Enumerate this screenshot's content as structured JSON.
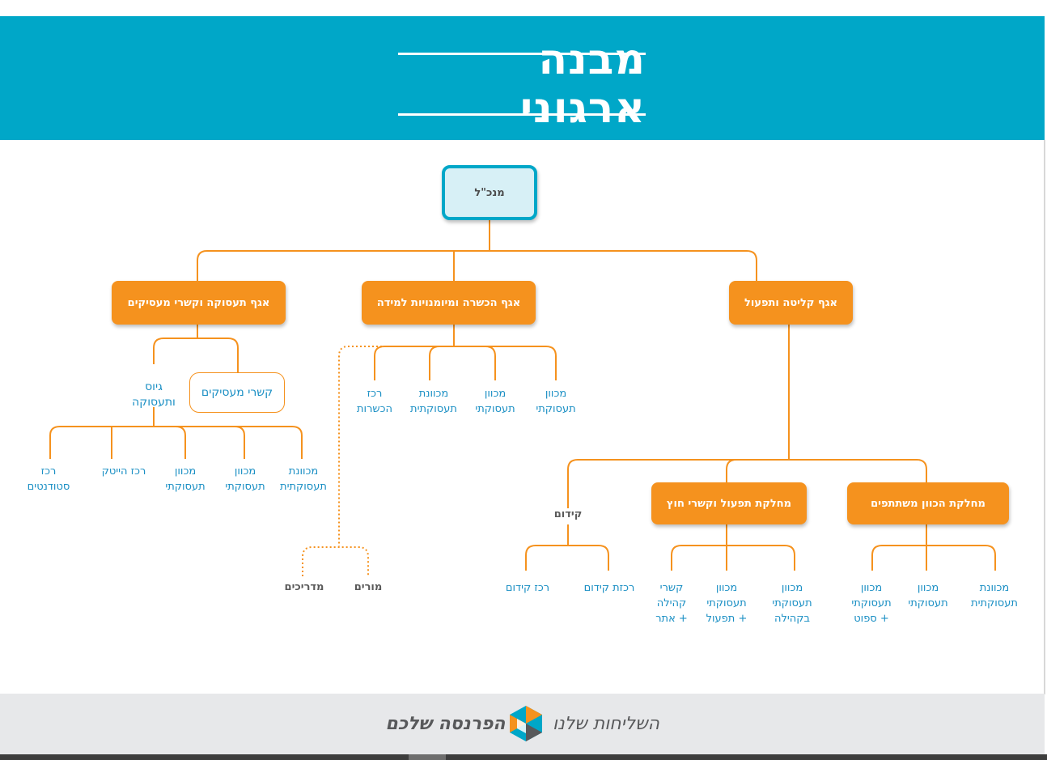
{
  "title": "מבנה ארגוני",
  "ceo": "מנכ\"ל",
  "divisions": {
    "intake": "אגף קליטה ותפעול",
    "training": "אגף הכשרה ומיומנויות למידה",
    "employment": "אגף תעסוקה וקשרי מעסיקים"
  },
  "departments": {
    "mentoring": "מחלקת הכוון משתתפים",
    "operations": "מחלקת תפעול וקשרי חוץ",
    "promotion": "קידום"
  },
  "employment_sub": {
    "employer_relations": "קשרי מעסיקים",
    "recruit_line1": "גיוס",
    "recruit_line2": "ותעסוקה"
  },
  "training_units": [
    {
      "l1": "מכוון",
      "l2": "תעסוקתי"
    },
    {
      "l1": "מכוון",
      "l2": "תעסוקתי"
    },
    {
      "l1": "מכוונת",
      "l2": "תעסוקתית"
    },
    {
      "l1": "רכז",
      "l2": "הכשרות"
    }
  ],
  "trainers": {
    "teachers": "מורים",
    "instructors": "מדריכים"
  },
  "recruit_units": [
    {
      "l1": "מכוונת",
      "l2": "תעסוקתית"
    },
    {
      "l1": "מכוון",
      "l2": "תעסוקתי"
    },
    {
      "l1": "מכוון",
      "l2": "תעסוקתי"
    },
    {
      "l1": "רכז הייטק",
      "l2": ""
    },
    {
      "l1": "רכז",
      "l2": "סטודנטים"
    }
  ],
  "mentoring_units": [
    {
      "l1": "מכוונת",
      "l2": "תעסוקתית",
      "l3": ""
    },
    {
      "l1": "מכוון",
      "l2": "תעסוקתי",
      "l3": ""
    },
    {
      "l1": "מכוון",
      "l2": "תעסוקתי",
      "l3": "+ ספוט"
    }
  ],
  "operations_units": [
    {
      "l1": "מכוון",
      "l2": "תעסוקתי",
      "l3": "בקהילה"
    },
    {
      "l1": "מכוון",
      "l2": "תעסוקתי",
      "l3": "+ תפעול"
    },
    {
      "l1": "קשרי",
      "l2": "קהילה",
      "l3": "+ אתר"
    }
  ],
  "promotion_units": [
    "רכזת קידום",
    "רכז קידום"
  ],
  "footer": {
    "brand_bold": "הפרנסה שלכם",
    "brand_light": "השליחות שלנו"
  },
  "colors": {
    "header": "#00a7c8",
    "accent": "#f5921e",
    "text_blue": "#1a8fc4",
    "ceo_fill": "#d7f0f6"
  }
}
